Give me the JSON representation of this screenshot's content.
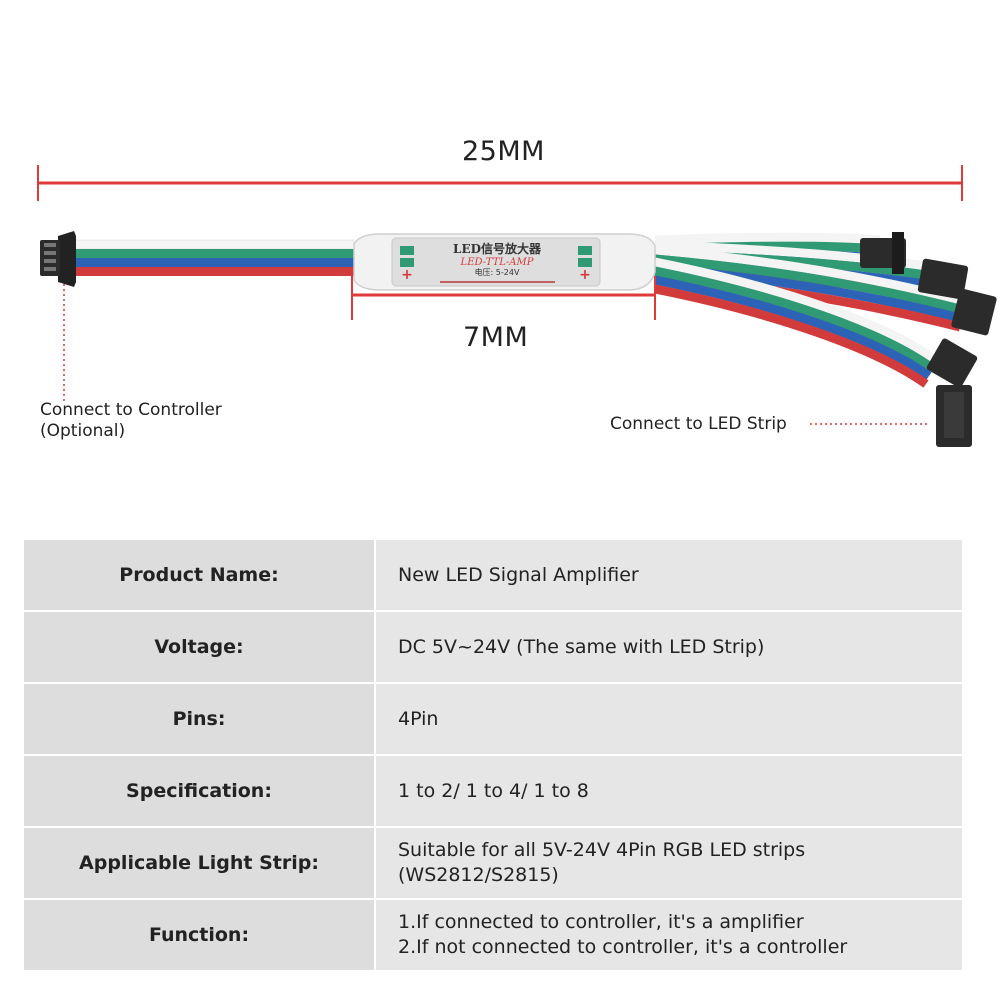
{
  "dimensions": {
    "overall_length": "25MM",
    "module_length": "7MM"
  },
  "module_label": {
    "title": "LED信号放大器",
    "subtitle": "LED-TTL-AMP",
    "voltage": "电压: 5-24V"
  },
  "callouts": {
    "controller_line1": "Connect to Controller",
    "controller_line2": "(Optional)",
    "led_strip": "Connect to LED Strip"
  },
  "colors": {
    "dimension_line": "#e03a3a",
    "callout_line": "#d23a3a",
    "wire_white": "#f4f4f4",
    "wire_green": "#2f9a73",
    "wire_blue": "#2d63b6",
    "wire_red": "#d23b3b",
    "connector": "#2b2b2b",
    "table_label_bg": "#dddddd",
    "table_value_bg": "#e6e6e6"
  },
  "specs": [
    {
      "label": "Product Name:",
      "lines": [
        "New LED Signal Amplifier"
      ]
    },
    {
      "label": "Voltage:",
      "lines": [
        "DC 5V~24V (The same with LED Strip)"
      ]
    },
    {
      "label": "Pins:",
      "lines": [
        "4Pin"
      ]
    },
    {
      "label": "Specification:",
      "lines": [
        "1 to 2/ 1 to 4/ 1 to 8"
      ]
    },
    {
      "label": "Applicable Light Strip:",
      "lines": [
        "Suitable for all 5V-24V 4Pin RGB LED strips",
        "(WS2812/S2815)"
      ]
    },
    {
      "label": "Function:",
      "lines": [
        "1.If connected to controller, it's a amplifier",
        "2.If not connected to controller, it's a controller"
      ]
    }
  ]
}
